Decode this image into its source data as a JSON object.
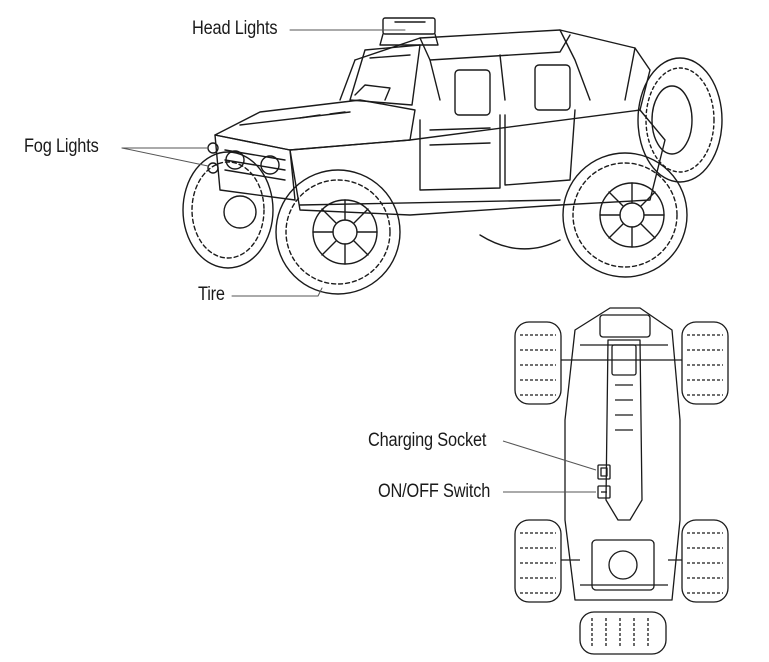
{
  "labels": {
    "head_lights": "Head Lights",
    "fog_lights": "Fog Lights",
    "tire": "Tire",
    "charging_socket": "Charging Socket",
    "on_off_switch": "ON/OFF Switch"
  },
  "colors": {
    "line": "#1a1a1a",
    "leader": "#555555",
    "background": "#ffffff"
  }
}
